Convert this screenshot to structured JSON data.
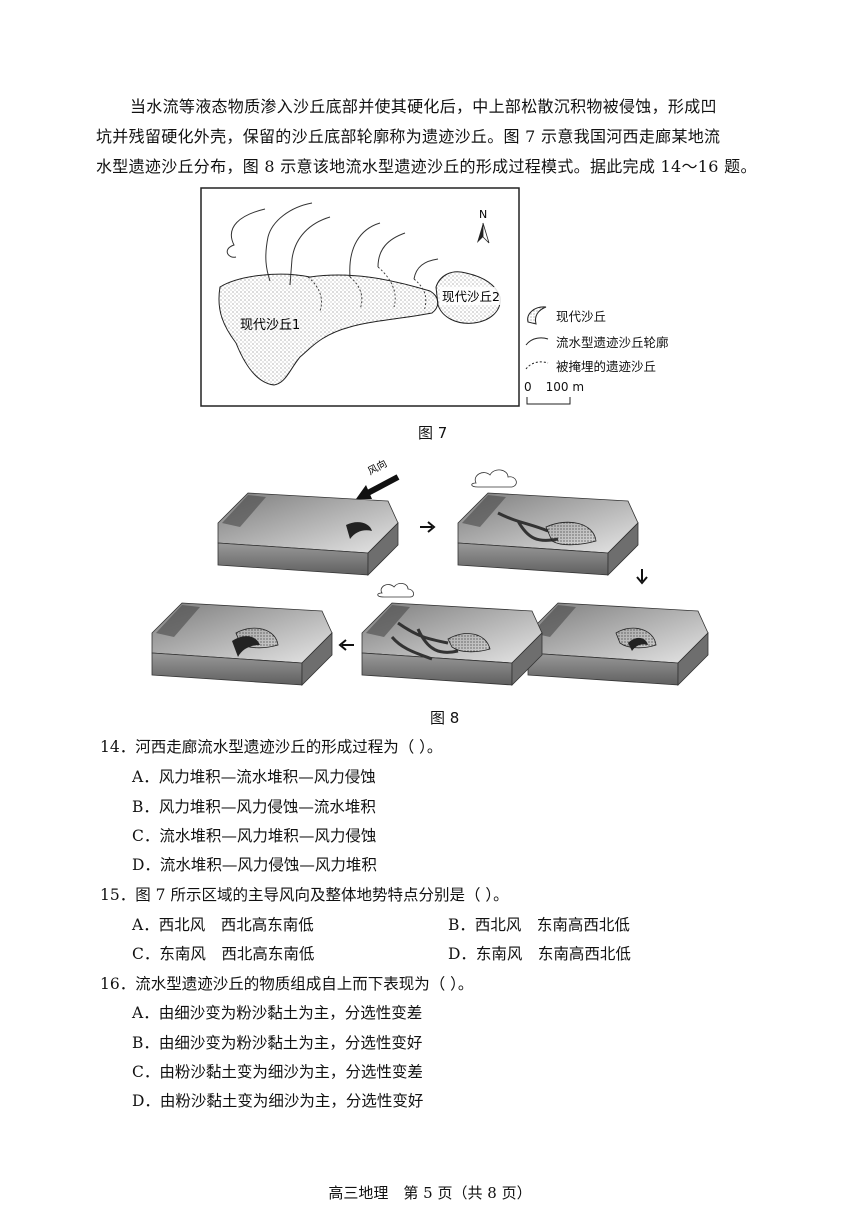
{
  "intro": {
    "line1": "当水流等液态物质渗入沙丘底部并使其硬化后，中上部松散沉积物被侵蚀，形成凹",
    "line2": "坑并残留硬化外壳，保留的沙丘底部轮廓称为遗迹沙丘。图 7 示意我国河西走廊某地流",
    "line3": "水型遗迹沙丘分布，图 8 示意该地流水型遗迹沙丘的形成过程模式。据此完成 14～16 题。"
  },
  "figure7": {
    "north": "N",
    "dune1": "现代沙丘1",
    "dune2": "现代沙丘2",
    "legend": {
      "modern_dune": "现代沙丘",
      "outline": "流水型遗迹沙丘轮廓",
      "buried": "被掩埋的遗迹沙丘"
    },
    "scale_zero": "0",
    "scale_label": "100 m",
    "caption": "图 7"
  },
  "figure8": {
    "wind_label": "风向",
    "caption": "图 8"
  },
  "questions": [
    {
      "stem": "14．河西走廊流水型遗迹沙丘的形成过程为（ ）。",
      "options": [
        "A．风力堆积—流水堆积—风力侵蚀",
        "B．风力堆积—风力侵蚀—流水堆积",
        "C．流水堆积—风力堆积—风力侵蚀",
        "D．流水堆积—风力侵蚀—风力堆积"
      ]
    },
    {
      "stem": "15．图 7 所示区域的主导风向及整体地势特点分别是（ ）。",
      "options": [
        "A．西北风　西北高东南低",
        "B．西北风　东南高西北低",
        "C．东南风　西北高东南低",
        "D．东南风　东南高西北低"
      ]
    },
    {
      "stem": "16．流水型遗迹沙丘的物质组成自上而下表现为（ ）。",
      "options": [
        "A．由细沙变为粉沙黏土为主，分选性变差",
        "B．由细沙变为粉沙黏土为主，分选性变好",
        "C．由粉沙黏土变为细沙为主，分选性变差",
        "D．由粉沙黏土变为细沙为主，分选性变好"
      ]
    }
  ],
  "footer": "高三地理　第 5 页（共 8 页）"
}
